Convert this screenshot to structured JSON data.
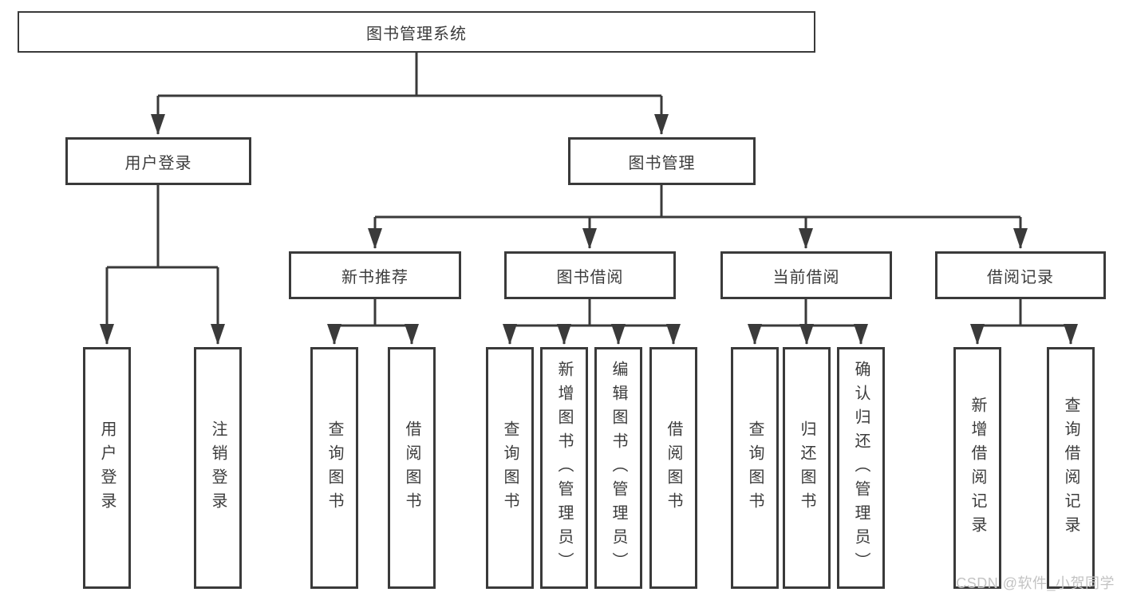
{
  "colors": {
    "line": "#3a3a3a",
    "text": "#3c3c3c",
    "watermark": "#c3c3c3",
    "background": "#ffffff"
  },
  "diagram": {
    "root": {
      "label": "图书管理系统"
    },
    "level1": [
      {
        "label": "用户登录"
      },
      {
        "label": "图书管理"
      }
    ],
    "level2": [
      {
        "label": "新书推荐"
      },
      {
        "label": "图书借阅"
      },
      {
        "label": "当前借阅"
      },
      {
        "label": "借阅记录"
      }
    ],
    "leaves": [
      {
        "label": "用户登录"
      },
      {
        "label": "注销登录"
      },
      {
        "label": "查询图书"
      },
      {
        "label": "借阅图书"
      },
      {
        "label": "查询图书"
      },
      {
        "label": "新增图书（管理员）"
      },
      {
        "label": "编辑图书（管理员）"
      },
      {
        "label": "借阅图书"
      },
      {
        "label": "查询图书"
      },
      {
        "label": "归还图书"
      },
      {
        "label": "确认归还（管理员）"
      },
      {
        "label": "新增借阅记录"
      },
      {
        "label": "查询借阅记录"
      }
    ]
  },
  "watermark": {
    "text": "CSDN @软件_小贺同学"
  }
}
